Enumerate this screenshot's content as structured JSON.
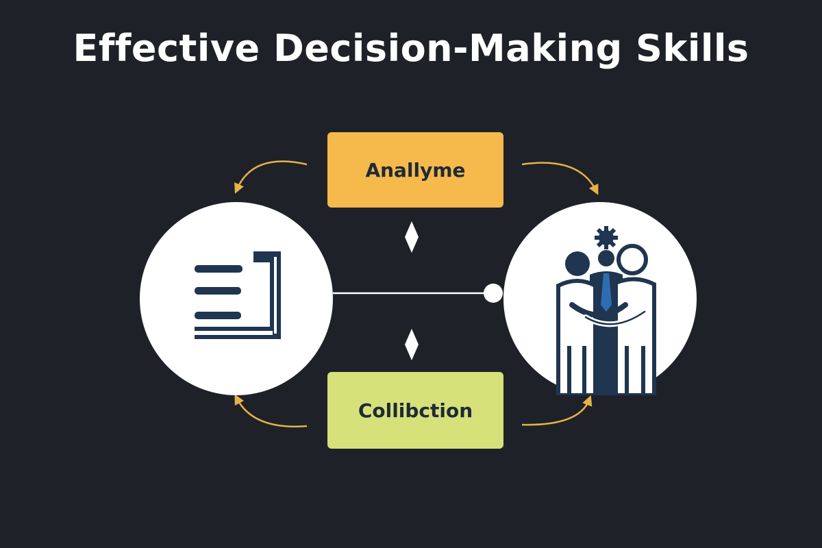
{
  "title": "Effective Decision-Making Skills",
  "nodes": {
    "top_box": {
      "label": "Anallyme",
      "color": "#f6b94b"
    },
    "bottom_box": {
      "label": "Collibction",
      "color": "#d6e17a"
    },
    "left_circle": {
      "icon": "document-lines-icon"
    },
    "right_circle": {
      "icon": "team-collaboration-icon"
    }
  },
  "colors": {
    "background": "#1e2228",
    "arrow": "#e8b14a",
    "icon_dark": "#1f3550",
    "tie_blue": "#2f6db3",
    "connector": "#ffffff"
  }
}
